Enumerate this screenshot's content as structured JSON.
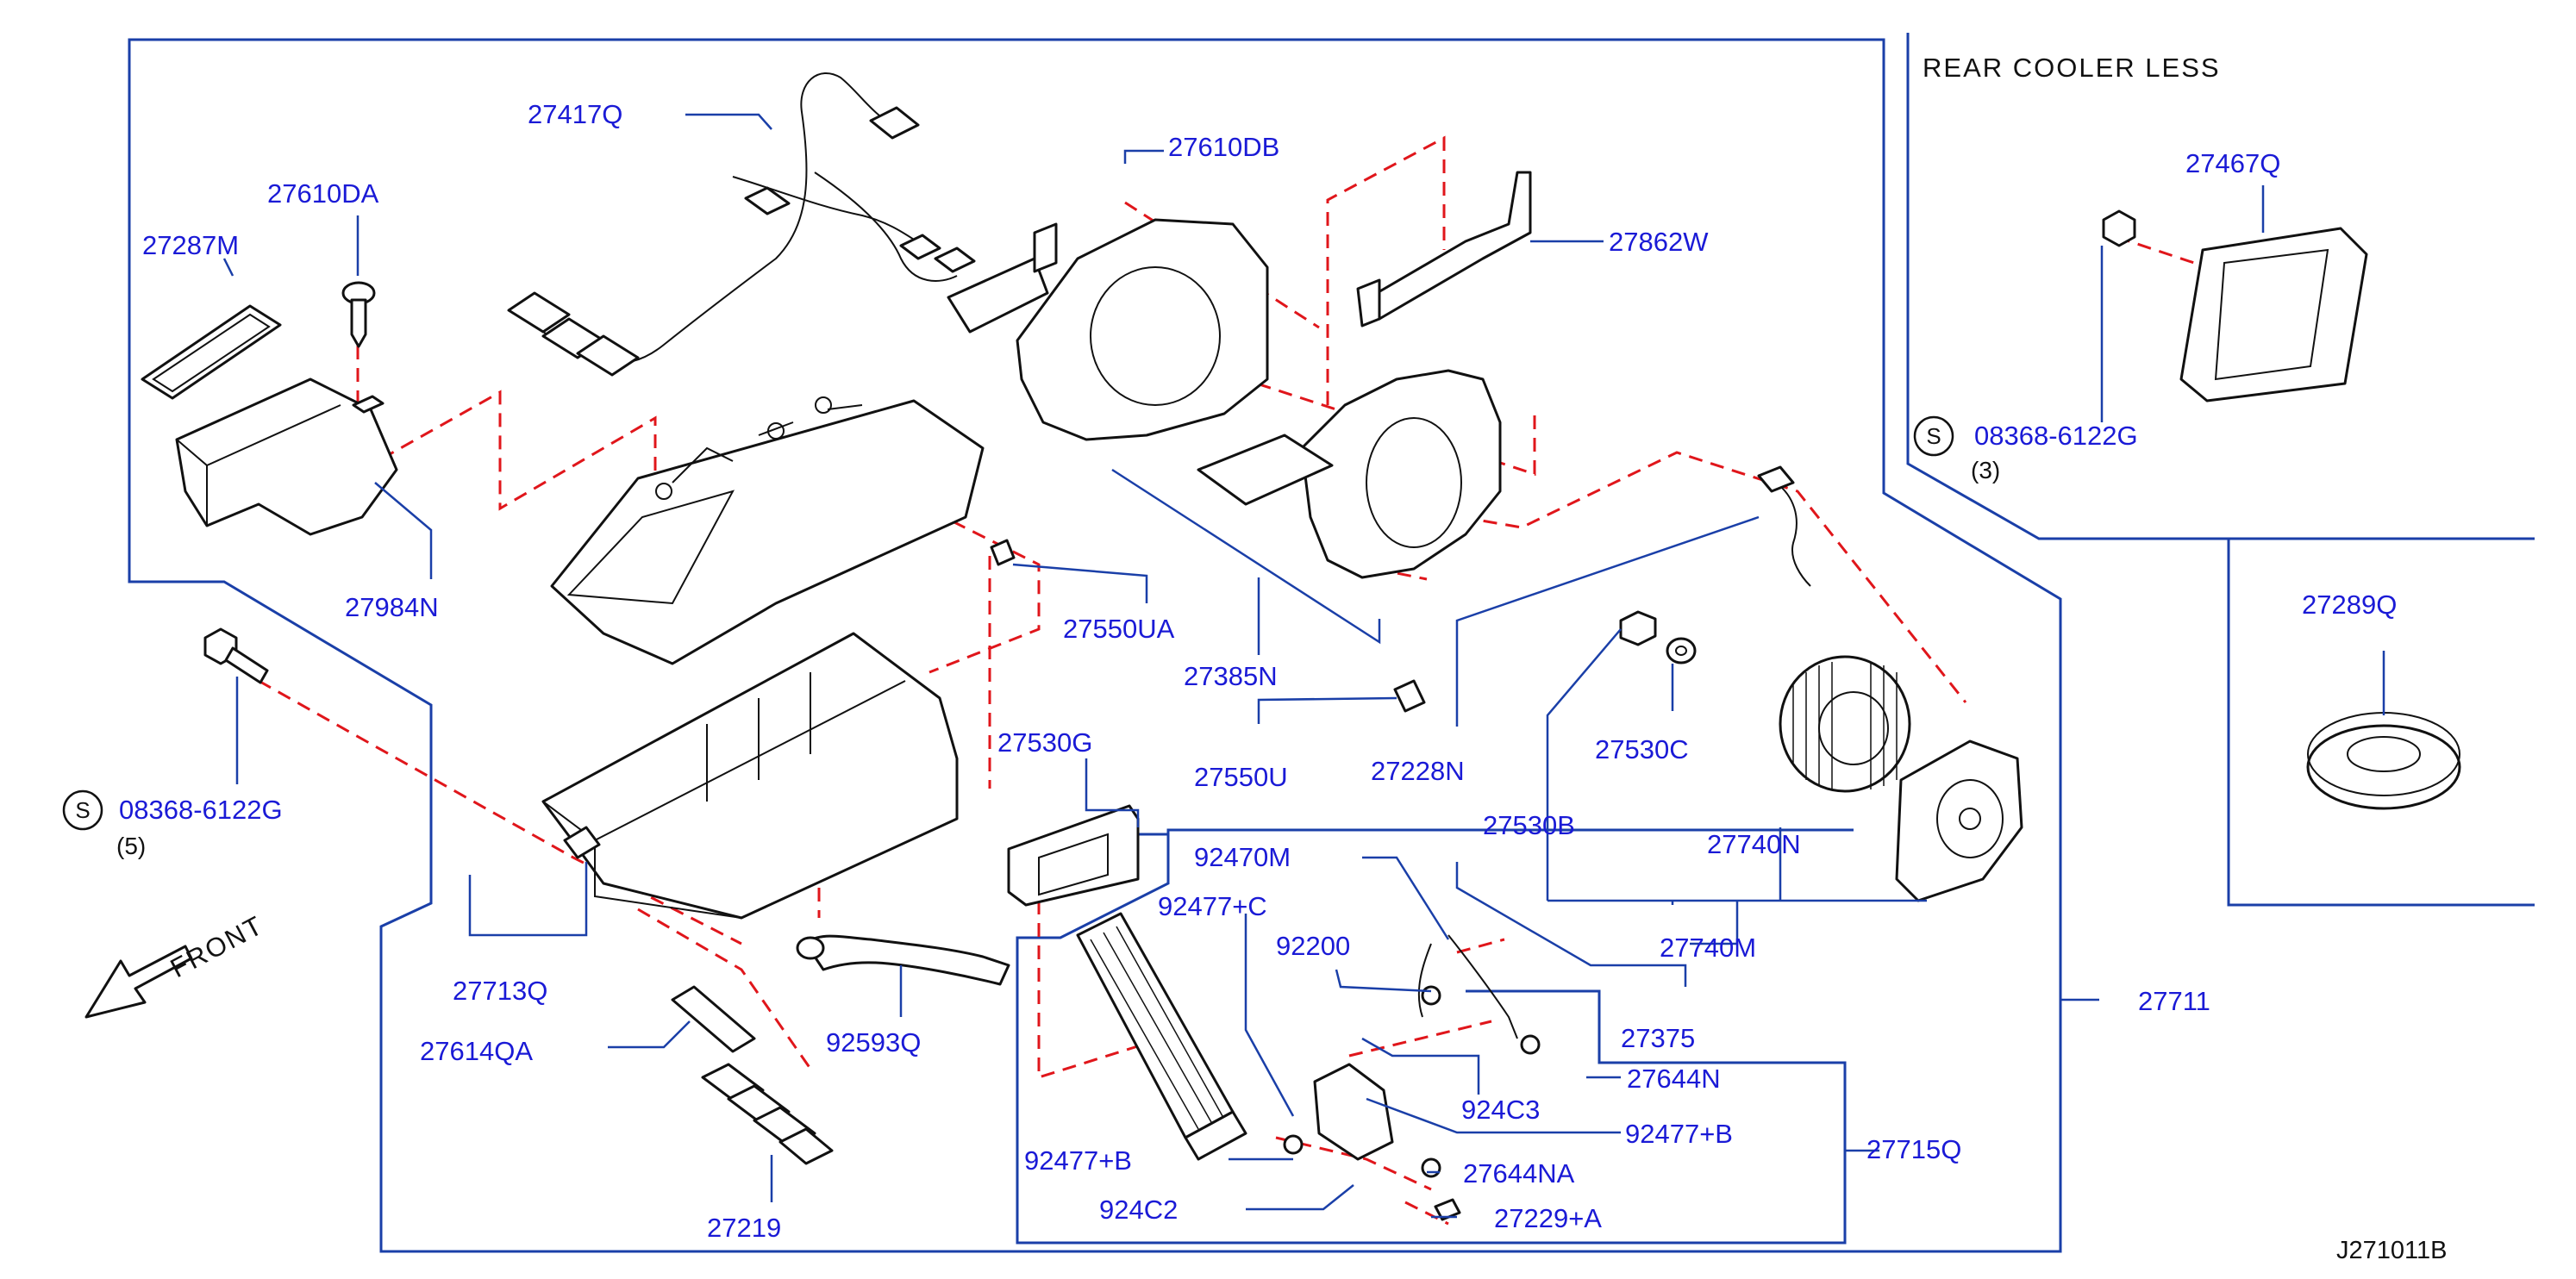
{
  "note": {
    "rear_cooler_less": "REAR   COOLER   LESS"
  },
  "diagram_code": "J271011B",
  "front_label": "FRONT",
  "screw_symbol": "S",
  "parts": {
    "p27417Q": "27417Q",
    "p27610DA": "27610DA",
    "p27287M": "27287M",
    "p27984N": "27984N",
    "p27610DB": "27610DB",
    "p27862W": "27862W",
    "p27550UA": "27550UA",
    "p27385N": "27385N",
    "p27550U": "27550U",
    "p27228N": "27228N",
    "p27530C": "27530C",
    "p27530B": "27530B",
    "p27740N": "27740N",
    "p27740M": "27740M",
    "p27375": "27375",
    "p27711": "27711",
    "p08368_left": "08368-6122G",
    "p08368_left_qty": "(5)",
    "p27713Q": "27713Q",
    "p27614QA": "27614QA",
    "p27219": "27219",
    "p92593Q": "92593Q",
    "p27530G": "27530G",
    "p92470M": "92470M",
    "p92477C": "92477+C",
    "p92200": "92200",
    "p924C3": "924C3",
    "p27644N": "27644N",
    "p92477B_right": "92477+B",
    "p27715Q": "27715Q",
    "p92477B_left": "92477+B",
    "p27644NA": "27644NA",
    "p924C2": "924C2",
    "p27229A": "27229+A",
    "p27467Q": "27467Q",
    "p08368_right": "08368-6122G",
    "p08368_right_qty": "(3)",
    "p27289Q": "27289Q"
  }
}
